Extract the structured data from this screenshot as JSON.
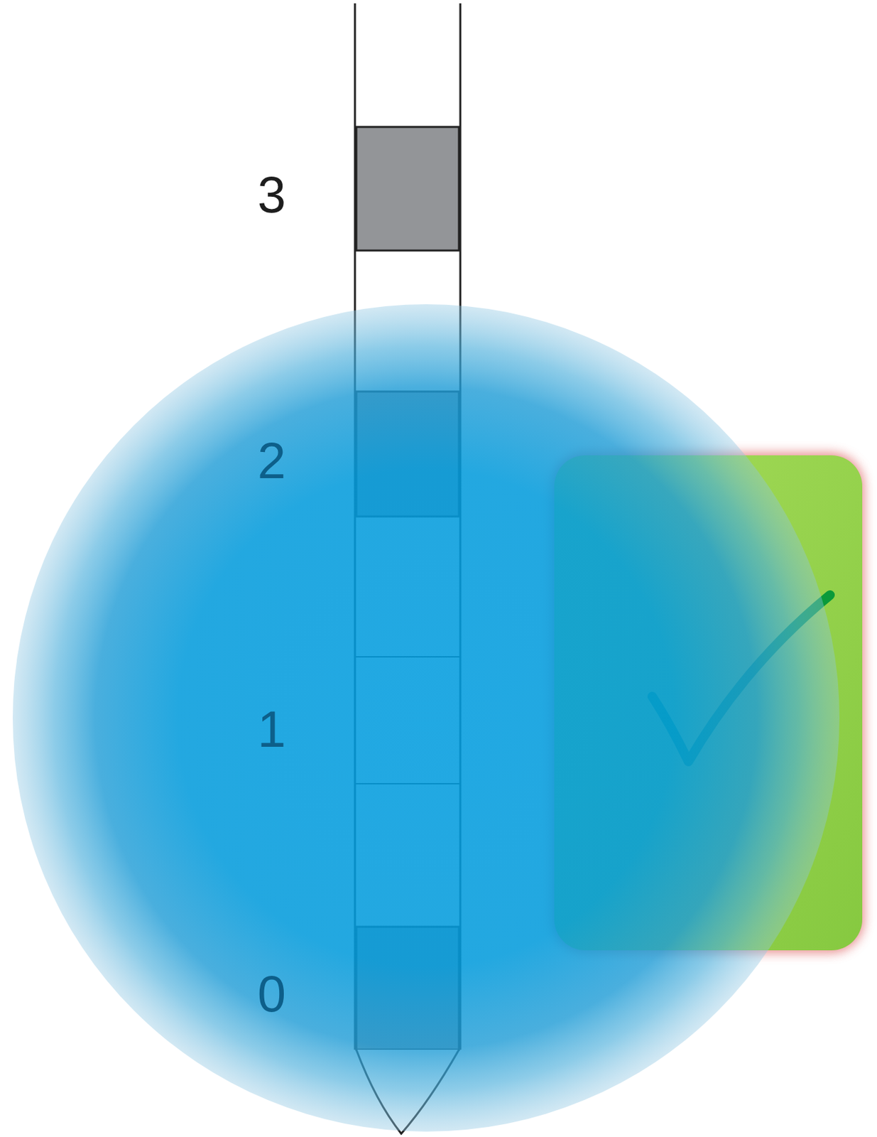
{
  "diagram": {
    "labels": [
      "3",
      "2",
      "1",
      "0"
    ]
  }
}
